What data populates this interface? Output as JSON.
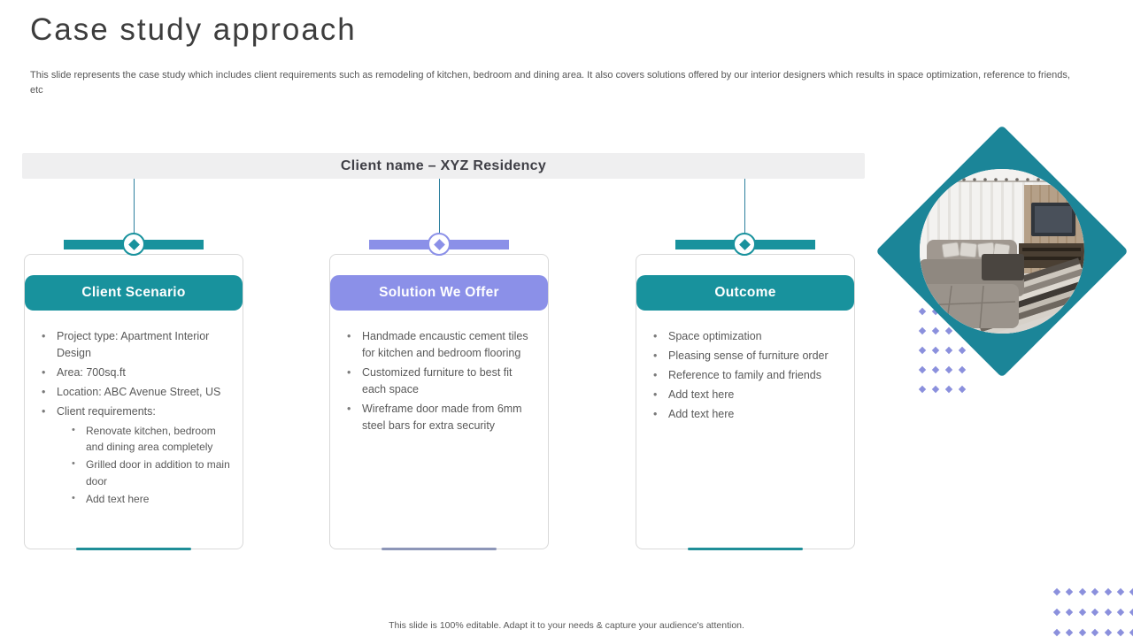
{
  "slide": {
    "title": "Case study approach",
    "subtitle": "This slide represents the case study which includes client requirements such as remodeling of kitchen, bedroom and dining area. It also covers solutions offered by our interior designers which results in space optimization, reference to friends, etc",
    "footer_note": "This slide is 100% editable. Adapt it to your needs & capture your audience's attention."
  },
  "banner": {
    "label": "Client name – XYZ Residency"
  },
  "colors": {
    "teal": "#18929d",
    "purple": "#8b90e8",
    "banner_bg": "#efeff0",
    "connector": "#2d7f9e",
    "diamond": "#1b8598",
    "dots": "#8b90dd"
  },
  "cards": [
    {
      "title": "Client Scenario",
      "accent": "#18929d",
      "underline": "#1f8e98",
      "items": [
        "Project type: Apartment Interior Design",
        "Area: 700sq.ft",
        "Location: ABC Avenue Street, US",
        "Client requirements:"
      ],
      "subitems": [
        "Renovate kitchen, bedroom and dining area completely",
        "Grilled door in addition to main door",
        "Add text here"
      ]
    },
    {
      "title": "Solution We Offer",
      "accent": "#8b90e8",
      "underline": "#8d96b8",
      "items": [
        "Handmade encaustic cement tiles for kitchen and bedroom flooring",
        "Customized furniture to best fit each space",
        "Wireframe door made from 6mm steel bars for extra security"
      ]
    },
    {
      "title": "Outcome",
      "accent": "#18929d",
      "underline": "#1f8e98",
      "items": [
        "Space optimization",
        "Pleasing sense of furniture order",
        "Reference to family and friends",
        "Add text here",
        "Add text here"
      ]
    }
  ],
  "decor": {
    "photo": "living-room-interior-photo"
  }
}
